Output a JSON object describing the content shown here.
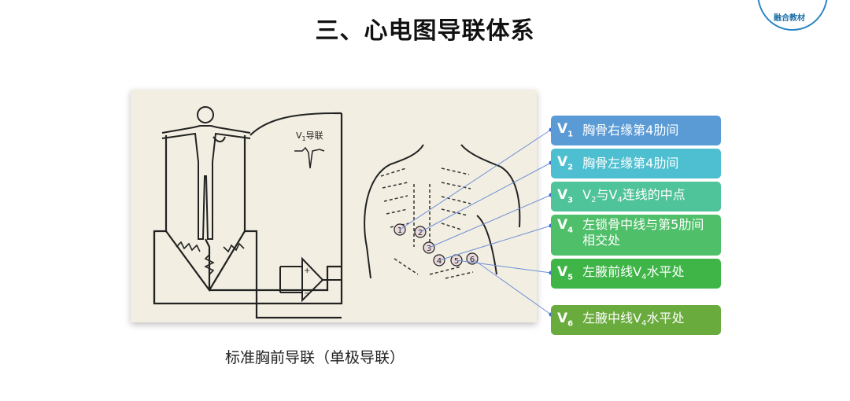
{
  "title": "三、心电图导联体系",
  "badge": {
    "text": "融合教材"
  },
  "figure": {
    "v1_label": "V",
    "v1_sub": "1",
    "v1_suffix": "导联",
    "amp_plus": "+",
    "amp_minus": "−",
    "electrodes": [
      "1",
      "2",
      "3",
      "4",
      "5",
      "6"
    ]
  },
  "caption": "标准胸前导联（单极导联）",
  "leads": [
    {
      "code": "V",
      "sub": "1",
      "desc": "胸骨右缘第4肋间",
      "color": "#5b9bd5"
    },
    {
      "code": "V",
      "sub": "2",
      "desc": "胸骨左缘第4肋间",
      "color": "#4ebfd0"
    },
    {
      "code": "V",
      "sub": "3",
      "desc_a": "V",
      "desc_a_sub": "2",
      "desc_b": "与V",
      "desc_b_sub": "4",
      "desc_c": "连线的中点",
      "color": "#4fc39a"
    },
    {
      "code": "V",
      "sub": "4",
      "desc": "左锁骨中线与第5肋间相交处",
      "color": "#4fbf6a"
    },
    {
      "code": "V",
      "sub": "5",
      "desc_a": "左腋前线V",
      "desc_a_sub": "4",
      "desc_b": "水平处",
      "color": "#3fb548"
    },
    {
      "code": "V",
      "sub": "6",
      "desc_a": "左腋中线V",
      "desc_a_sub": "4",
      "desc_b": "水平处",
      "color": "#6aab3e"
    }
  ]
}
